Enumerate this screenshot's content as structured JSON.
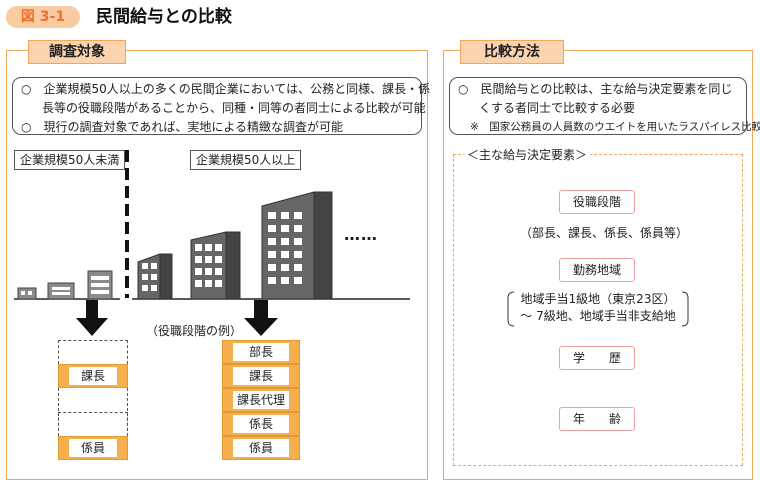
{
  "figure": {
    "badge": "図 3-1",
    "title": "民間給与との比較"
  },
  "left_panel": {
    "label": "調査対象",
    "notes": [
      "○　企業規模50人以上の多くの民間企業においては、公務と同様、課長・係",
      "長等の役職段階があることから、同種・同等の者同士による比較が可能",
      "○　現行の調査対象であれば、実地による精緻な調査が可能"
    ],
    "under50_label": "企業規模50人未満",
    "over50_label": "企業規模50人以上",
    "ellipsis": "……",
    "example_label": "（役職段階の例）",
    "small_positions": [
      "課長",
      "係員"
    ],
    "large_positions": [
      "部長",
      "課長",
      "課長代理",
      "係長",
      "係員"
    ]
  },
  "right_panel": {
    "label": "比較方法",
    "notes": [
      "○　民間給与との比較は、主な給与決定要素を同じ",
      "くする者同士で比較する必要",
      "※　国家公務員の人員数のウエイトを用いたラスパイレス比較"
    ],
    "factors_title": "＜主な給与決定要素＞",
    "factors": {
      "position": "役職段階",
      "position_detail": "（部長、課長、係長、係員等）",
      "region": "勤務地域",
      "region_detail_1": "地域手当1級地（東京23区）",
      "region_detail_2": "～ 7級地、地域手当非支給地",
      "education": "学　　歴",
      "age": "年　　齢"
    }
  },
  "colors": {
    "orange_border": "#f2a65a",
    "orange_fill": "#f5b04d",
    "badge_fill": "#f9cba3",
    "badge_text": "#e8732a",
    "building_dark": "#555555",
    "building_light": "#8c8c8c",
    "factor_border": "#f0a0a0"
  }
}
